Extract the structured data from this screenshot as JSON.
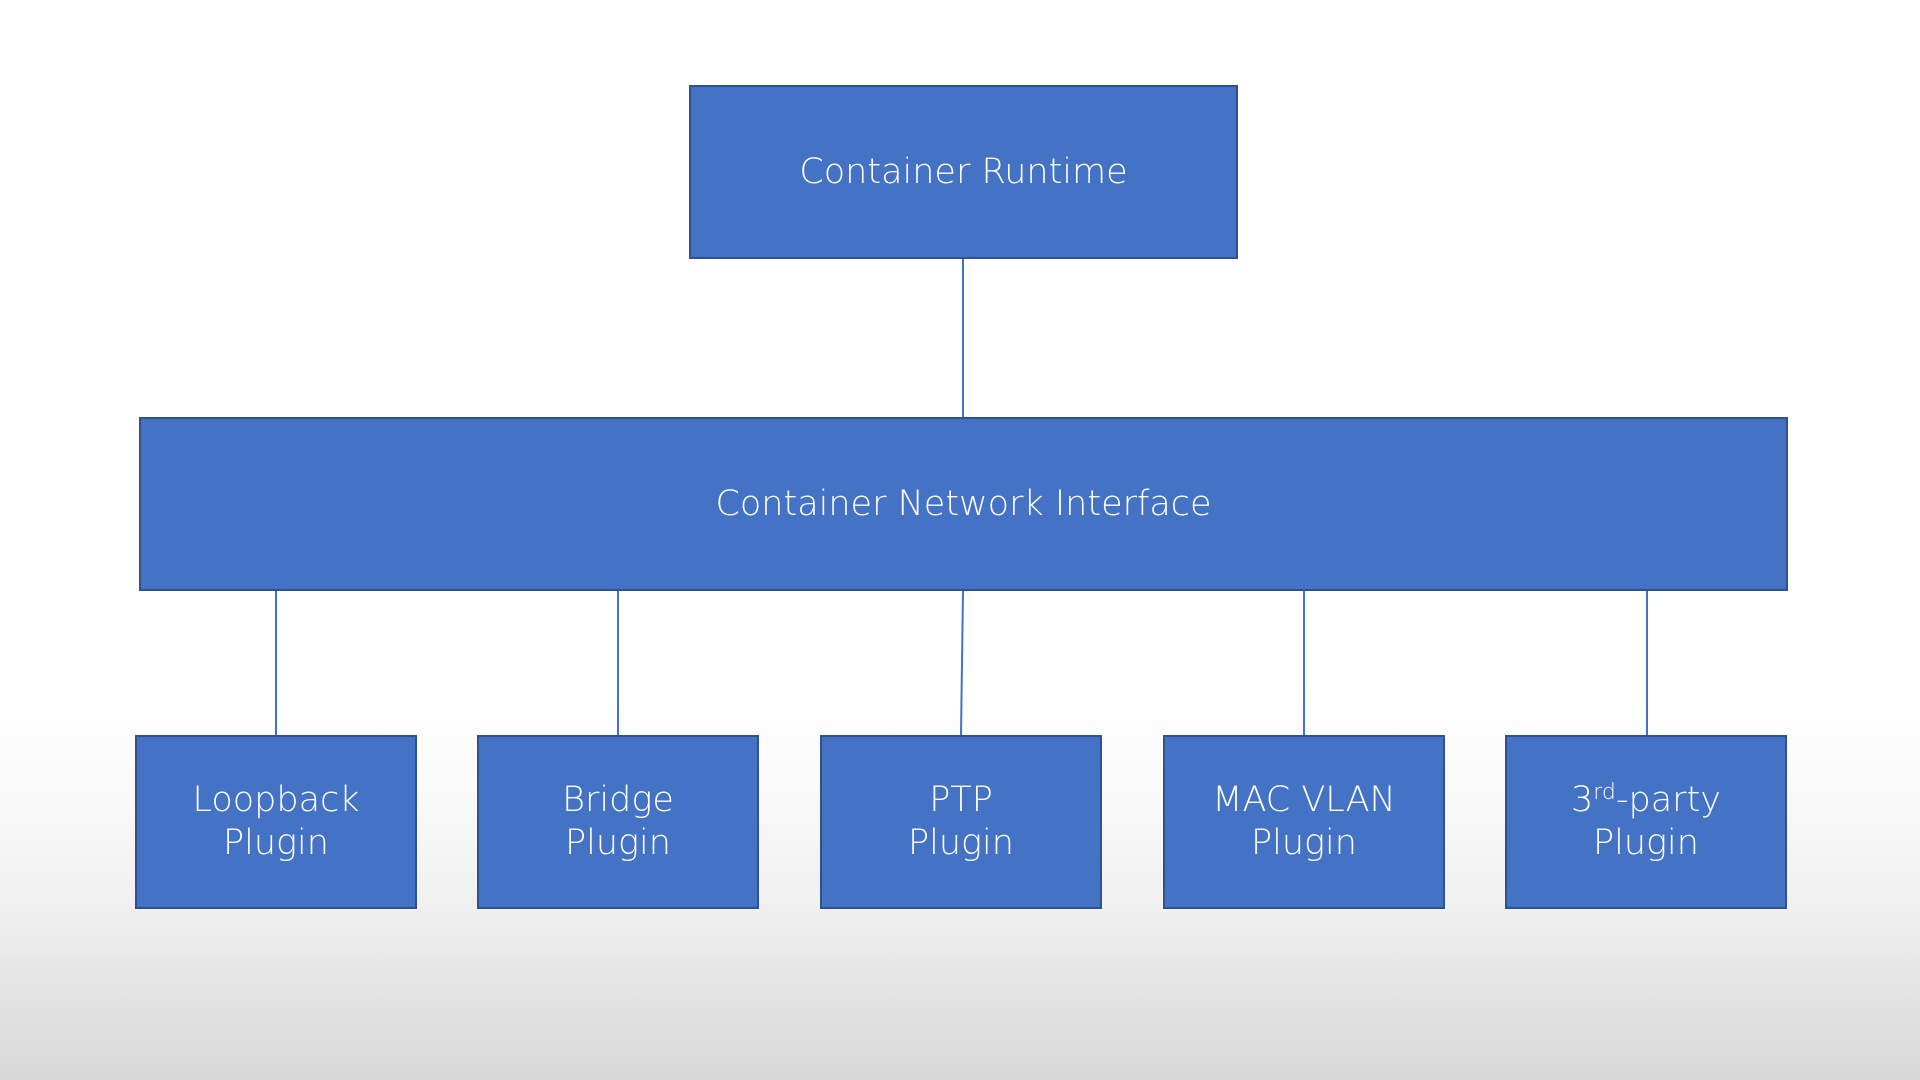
{
  "diagram": {
    "root": {
      "label": "Container Runtime"
    },
    "interface": {
      "label": "Container Network Interface"
    },
    "plugins": [
      {
        "line1": "Loopback",
        "line2": "Plugin"
      },
      {
        "line1": "Bridge",
        "line2": "Plugin"
      },
      {
        "line1": "PTP",
        "line2": "Plugin"
      },
      {
        "line1": "MAC VLAN",
        "line2": "Plugin"
      },
      {
        "line1_prefix": "3",
        "line1_sup": "rd",
        "line1_suffix": "-party",
        "line2": "Plugin"
      }
    ]
  },
  "colors": {
    "box_fill": "#4472c4",
    "box_border": "#2f528f",
    "connector": "#4472c4",
    "text": "#ffffff"
  }
}
